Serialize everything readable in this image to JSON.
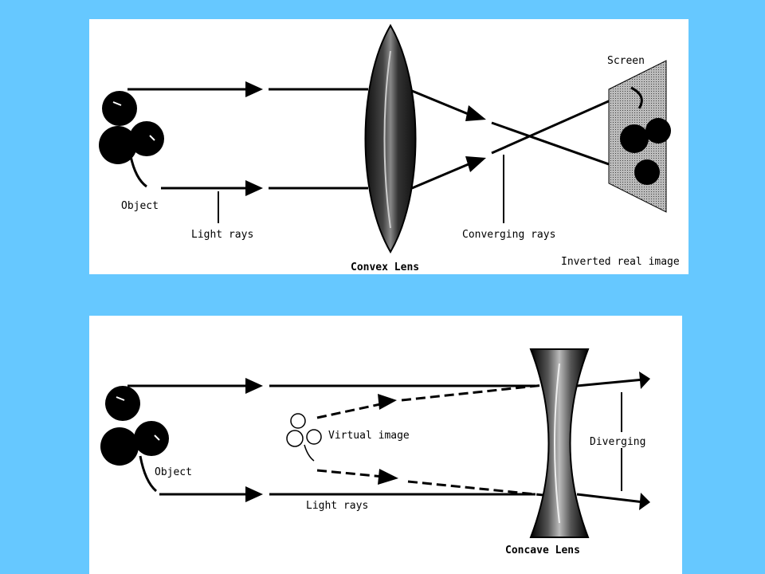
{
  "colors": {
    "background": "#66c8ff",
    "panel": "#ffffff",
    "ink": "#000000"
  },
  "convex": {
    "object_label": "Object",
    "light_rays_label": "Light rays",
    "lens_label": "Convex Lens",
    "converging_label": "Converging rays",
    "screen_label": "Screen",
    "image_label": "Inverted real image"
  },
  "concave": {
    "object_label": "Object",
    "virtual_image_label": "Virtual image",
    "light_rays_label": "Light rays",
    "diverging_label": "Diverging",
    "lens_label": "Concave Lens"
  }
}
